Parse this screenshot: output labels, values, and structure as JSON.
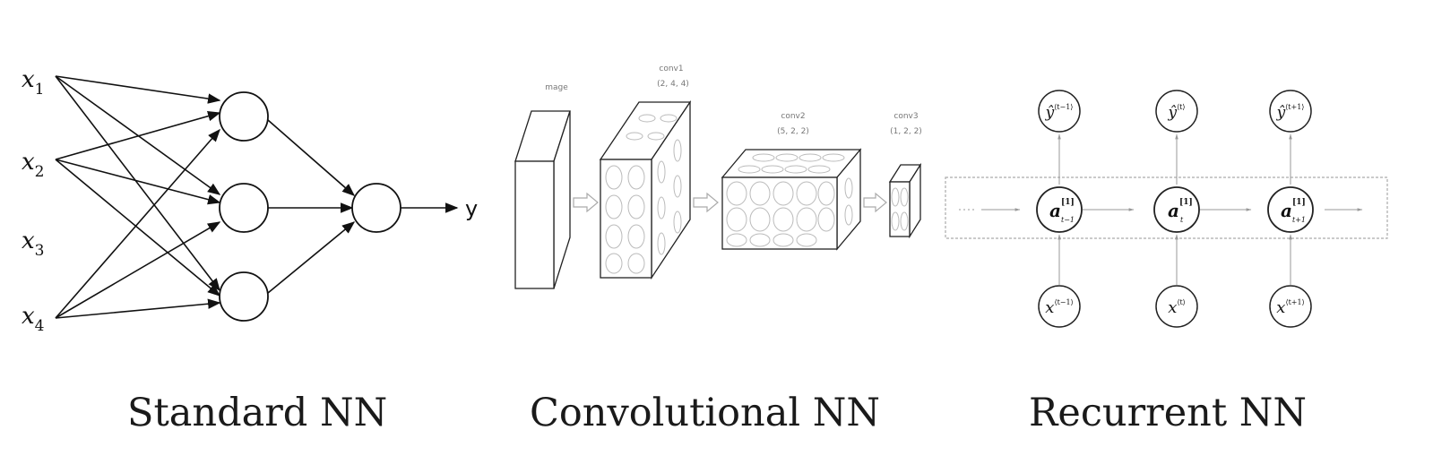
{
  "standard_nn": {
    "inputs": [
      {
        "var": "x",
        "sub": "1"
      },
      {
        "var": "x",
        "sub": "2"
      },
      {
        "var": "x",
        "sub": "3"
      },
      {
        "var": "x",
        "sub": "4"
      }
    ],
    "output": "y",
    "caption": "Standard NN"
  },
  "conv_nn": {
    "layers": [
      {
        "name": "mage",
        "dims": ""
      },
      {
        "name": "conv1",
        "dims": "(2, 4, 4)"
      },
      {
        "name": "conv2",
        "dims": "(5, 2, 2)"
      },
      {
        "name": "conv3",
        "dims": "(1, 2, 2)"
      }
    ],
    "caption": "Convolutional NN"
  },
  "recurrent_nn": {
    "outputs": [
      {
        "base": "ŷ",
        "sup": "⟨t−1⟩"
      },
      {
        "base": "ŷ",
        "sup": "⟨t⟩"
      },
      {
        "base": "ŷ",
        "sup": "⟨t+1⟩"
      }
    ],
    "hidden": [
      {
        "base": "a",
        "sup": "[1]",
        "sub": "t−1"
      },
      {
        "base": "a",
        "sup": "[1]",
        "sub": "t"
      },
      {
        "base": "a",
        "sup": "[1]",
        "sub": "t+1"
      }
    ],
    "inputs": [
      {
        "base": "x",
        "sup": "⟨t−1⟩"
      },
      {
        "base": "x",
        "sup": "⟨t⟩"
      },
      {
        "base": "x",
        "sup": "⟨t+1⟩"
      }
    ],
    "caption": "Recurrent NN"
  }
}
